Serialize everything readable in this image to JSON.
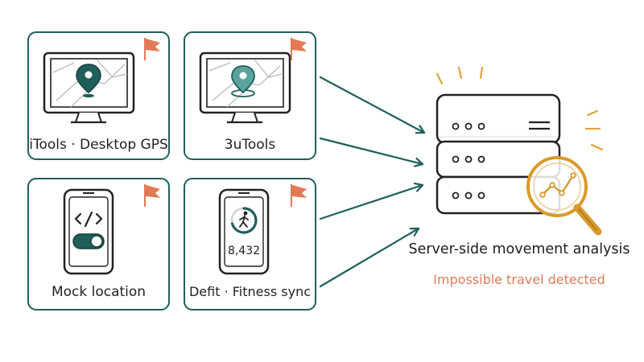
{
  "sources": [
    {
      "label": "iTools · Desktop GPS",
      "device": "monitor-icon",
      "flag": "flag-icon"
    },
    {
      "label": "3uTools",
      "device": "monitor-icon",
      "flag": "flag-icon"
    },
    {
      "label": "Mock location",
      "device": "phone-icon",
      "flag": "flag-icon"
    },
    {
      "label": "Defit · Fitness sync",
      "device": "phone-icon",
      "flag": "flag-icon",
      "step_count": "8,432"
    }
  ],
  "server": {
    "title": "Server-side movement analysis",
    "subtitle": "Impossible travel detected"
  },
  "colors": {
    "teal": "#1f5f5b",
    "flag": "#e27a56",
    "alert": "#e27a56",
    "magnifier": "#d99a2b"
  }
}
